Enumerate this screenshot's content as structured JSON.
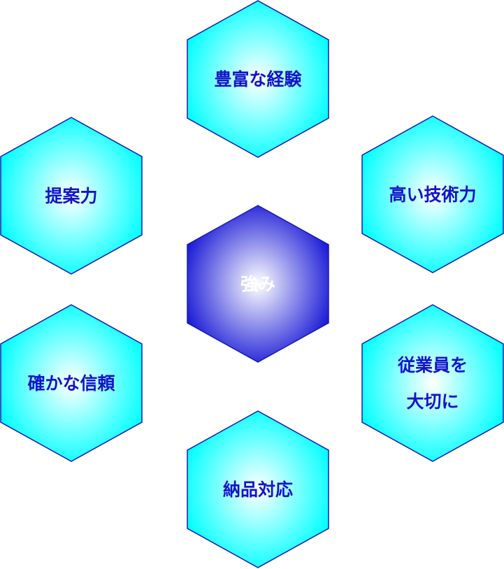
{
  "center": {
    "lines": [
      "強み"
    ]
  },
  "nodes": [
    {
      "id": "experience",
      "lines": [
        "豊富な経験"
      ]
    },
    {
      "id": "technology",
      "lines": [
        "高い技術力"
      ]
    },
    {
      "id": "employees",
      "lines": [
        "従業員を",
        "大切に"
      ]
    },
    {
      "id": "delivery",
      "lines": [
        "納品対応"
      ]
    },
    {
      "id": "trust",
      "lines": [
        "確かな信頼"
      ]
    },
    {
      "id": "proposal",
      "lines": [
        "提案力"
      ]
    }
  ],
  "colors": {
    "outer_fill_center": "#ffffff",
    "outer_fill_edge": "#00ffff",
    "center_fill_center": "#ffffff",
    "center_fill_edge": "#1a1ad6",
    "stroke": "#1a1ab4",
    "outer_text": "#1414c8",
    "center_text": "#ffffff"
  }
}
